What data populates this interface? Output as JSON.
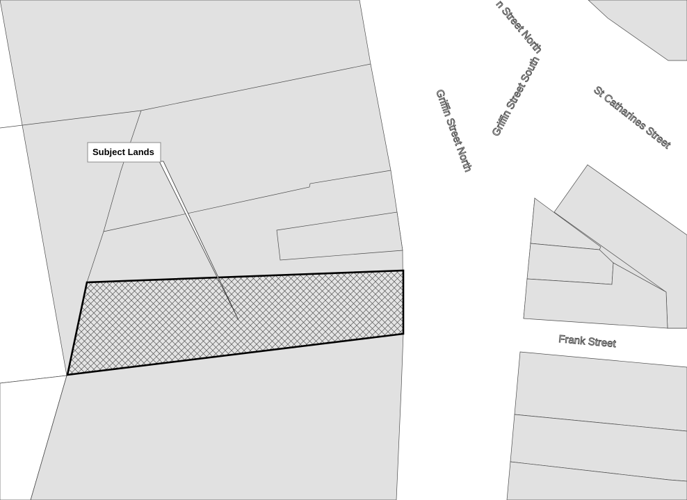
{
  "map": {
    "callout": {
      "label": "Subject Lands"
    },
    "streets": {
      "griffin_north_top": "n Street North",
      "griffin_south": "Griffin Street South",
      "griffin_north": "Griffin Street North",
      "st_catharines": "St Catharines Street",
      "frank": "Frank Street"
    },
    "colors": {
      "parcel_fill": "#e1e1e1",
      "parcel_outline": "#4a4a4a",
      "road": "#ffffff",
      "subject_outline": "#000000",
      "hatch": "#555555"
    }
  }
}
